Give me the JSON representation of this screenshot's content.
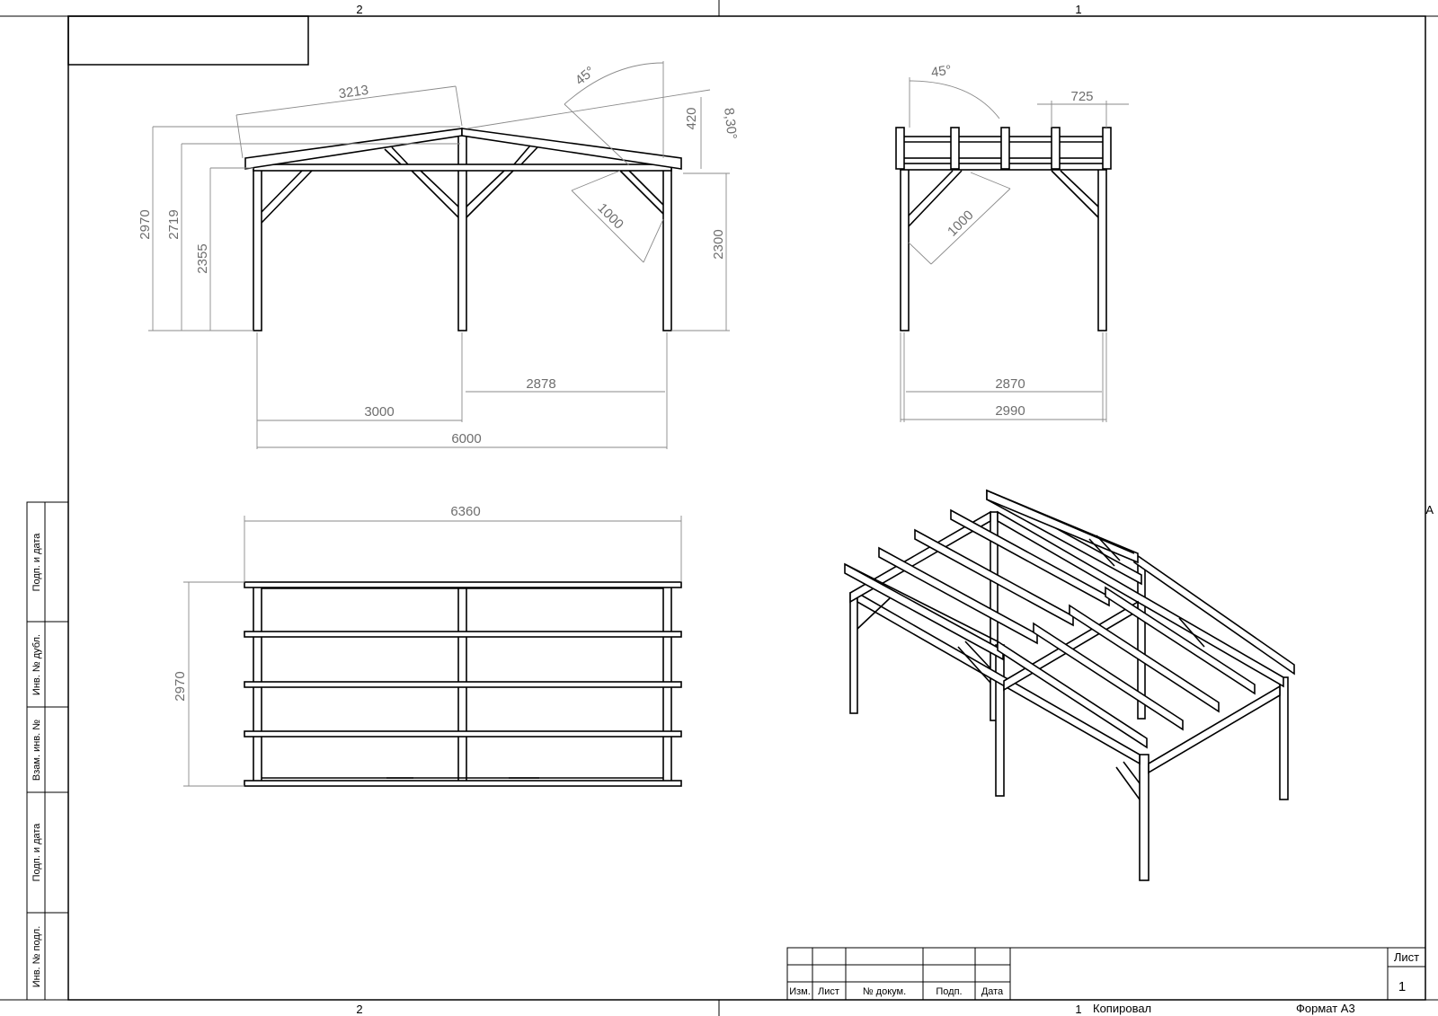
{
  "zones": {
    "top_left": "2",
    "top_right": "1",
    "bottom_left": "2",
    "bottom_right": "1",
    "right_mark": "A"
  },
  "side_stamp": [
    "Подп. и дата",
    "Инв. № дубл.",
    "Взам. инв. №",
    "Подп. и дата",
    "Инв. № подл."
  ],
  "front_view": {
    "dims": {
      "rafter": "3213",
      "angle": "45°",
      "slope": "8,30°",
      "rise": "420",
      "h_total": "2970",
      "h_ridge_beam": "2719",
      "h_beam": "2355",
      "h_right": "2300",
      "brace": "1000",
      "span_right": "2878",
      "span_left": "3000",
      "width": "6000"
    }
  },
  "side_view": {
    "dims": {
      "angle": "45°",
      "spacing": "725",
      "brace": "1000",
      "inner": "2870",
      "outer": "2990"
    }
  },
  "plan_view": {
    "dims": {
      "length": "6360",
      "depth": "2970"
    }
  },
  "title_block": {
    "columns": [
      "Изм.",
      "Лист",
      "№ докум.",
      "Подп.",
      "Дата"
    ],
    "sheet_label": "Лист",
    "sheet_number": "1",
    "copied": "Копировал",
    "format": "Формат А3"
  }
}
